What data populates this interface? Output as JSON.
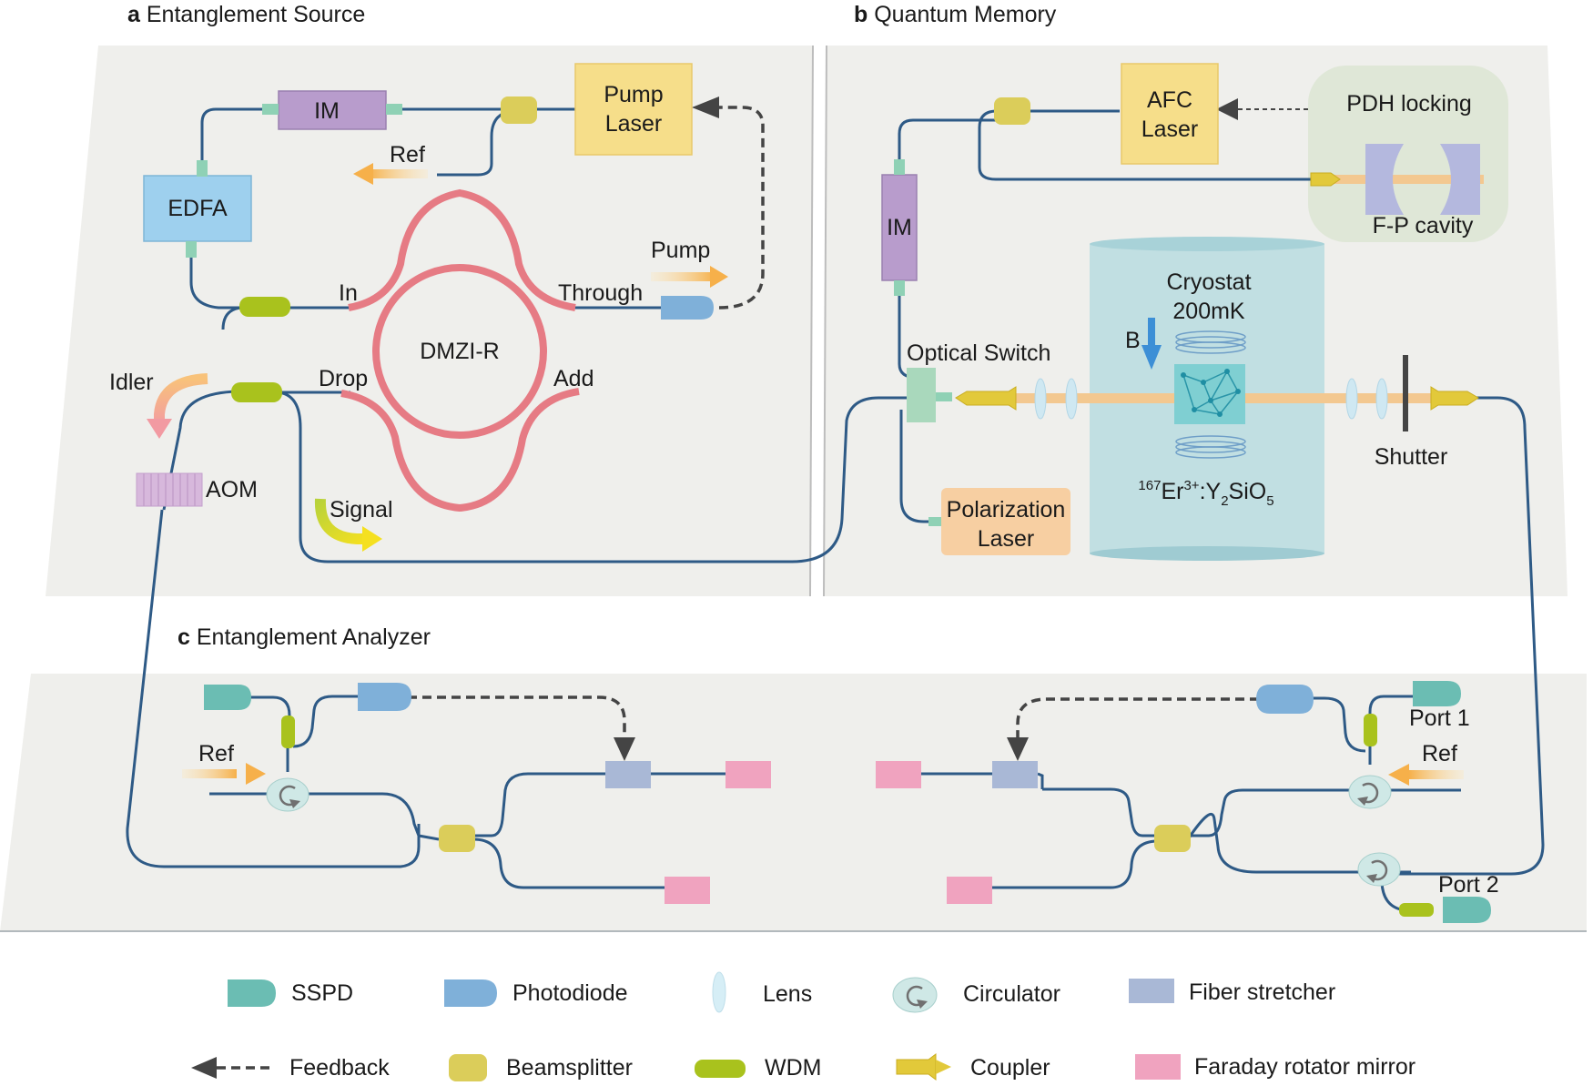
{
  "panels": {
    "a": {
      "letter": "a",
      "title": "Entanglement Source"
    },
    "b": {
      "letter": "b",
      "title": "Quantum Memory"
    },
    "c": {
      "letter": "c",
      "title": "Entanglement Analyzer"
    }
  },
  "source": {
    "im": "IM",
    "pump_laser": [
      "Pump",
      "Laser"
    ],
    "ref": "Ref",
    "edfa": "EDFA",
    "pump": "Pump",
    "through": "Through",
    "in": "In",
    "dmzi": "DMZI-R",
    "drop": "Drop",
    "add": "Add",
    "idler": "Idler",
    "aom": "AOM",
    "signal": "Signal"
  },
  "memory": {
    "afc_laser": [
      "AFC",
      "Laser"
    ],
    "pdh": "PDH locking",
    "fp_cavity": "F-P cavity",
    "im": "IM",
    "cryostat": [
      "Cryostat",
      "200mK"
    ],
    "b_field": "B",
    "optical_switch": "Optical Switch",
    "shutter": "Shutter",
    "polarization_laser": [
      "Polarization",
      "Laser"
    ],
    "crystal": {
      "iso": "167",
      "er": "Er",
      "charge": "3+",
      "y": ":Y",
      "y_sub": "2",
      "sio": "SiO",
      "o_sub": "5"
    }
  },
  "analyzer": {
    "ref_left": "Ref",
    "ref_right": "Ref",
    "port1": "Port 1",
    "port2": "Port 2"
  },
  "legend": {
    "sspd": "SSPD",
    "photodiode": "Photodiode",
    "lens": "Lens",
    "circulator": "Circulator",
    "fiber_stretcher": "Fiber stretcher",
    "feedback": "Feedback",
    "beamsplitter": "Beamsplitter",
    "wdm": "WDM",
    "coupler": "Coupler",
    "frm": "Faraday rotator mirror"
  },
  "colors": {
    "panel_bg": "#efefec",
    "fiber": "#2e5a86",
    "ring": "#e67b84",
    "sspd": "#6bbdb3",
    "photodiode": "#7fb0d9",
    "beamsplitter": "#dbcd5a",
    "wdm": "#a9c21d",
    "frm": "#f0a3bf",
    "fiber_stretcher": "#a9b8d6",
    "im": "#b89ccc",
    "edfa": "#9ed0ee",
    "laser_yellow": "#f6de8a",
    "polarization_laser": "#f7cfa2",
    "cryostat": "#b9dce0",
    "pdh_bg": "#dfe7d7"
  }
}
